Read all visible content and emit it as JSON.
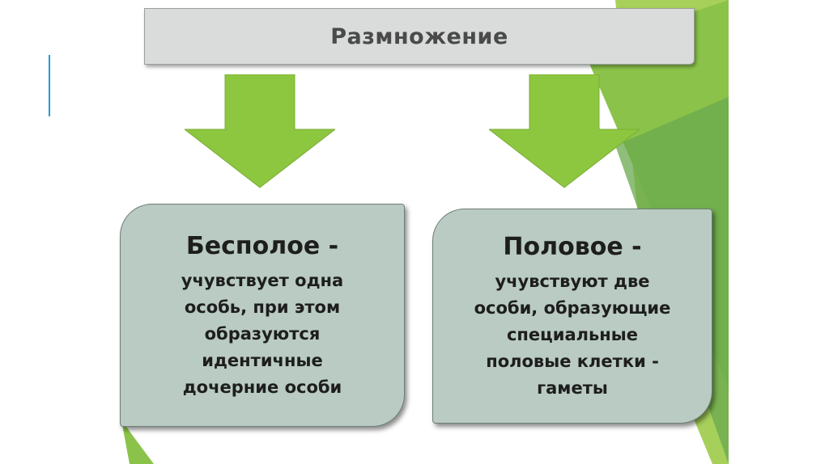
{
  "title": "Размножение",
  "left_card": {
    "heading": "Бесполое -",
    "lines": [
      "учувствует одна",
      "особь, при этом",
      "образуются",
      "идентичные",
      "дочерние особи"
    ]
  },
  "right_card": {
    "heading": "Половое -",
    "lines": [
      "учувствуют две",
      "особи, образующие",
      "специальные",
      "половые клетки -",
      "гаметы"
    ]
  },
  "colors": {
    "arrow": "#8dc63f",
    "box": "#b9cbc2",
    "title_box": "#d9dcdb",
    "accent": "#1aa0d8"
  }
}
